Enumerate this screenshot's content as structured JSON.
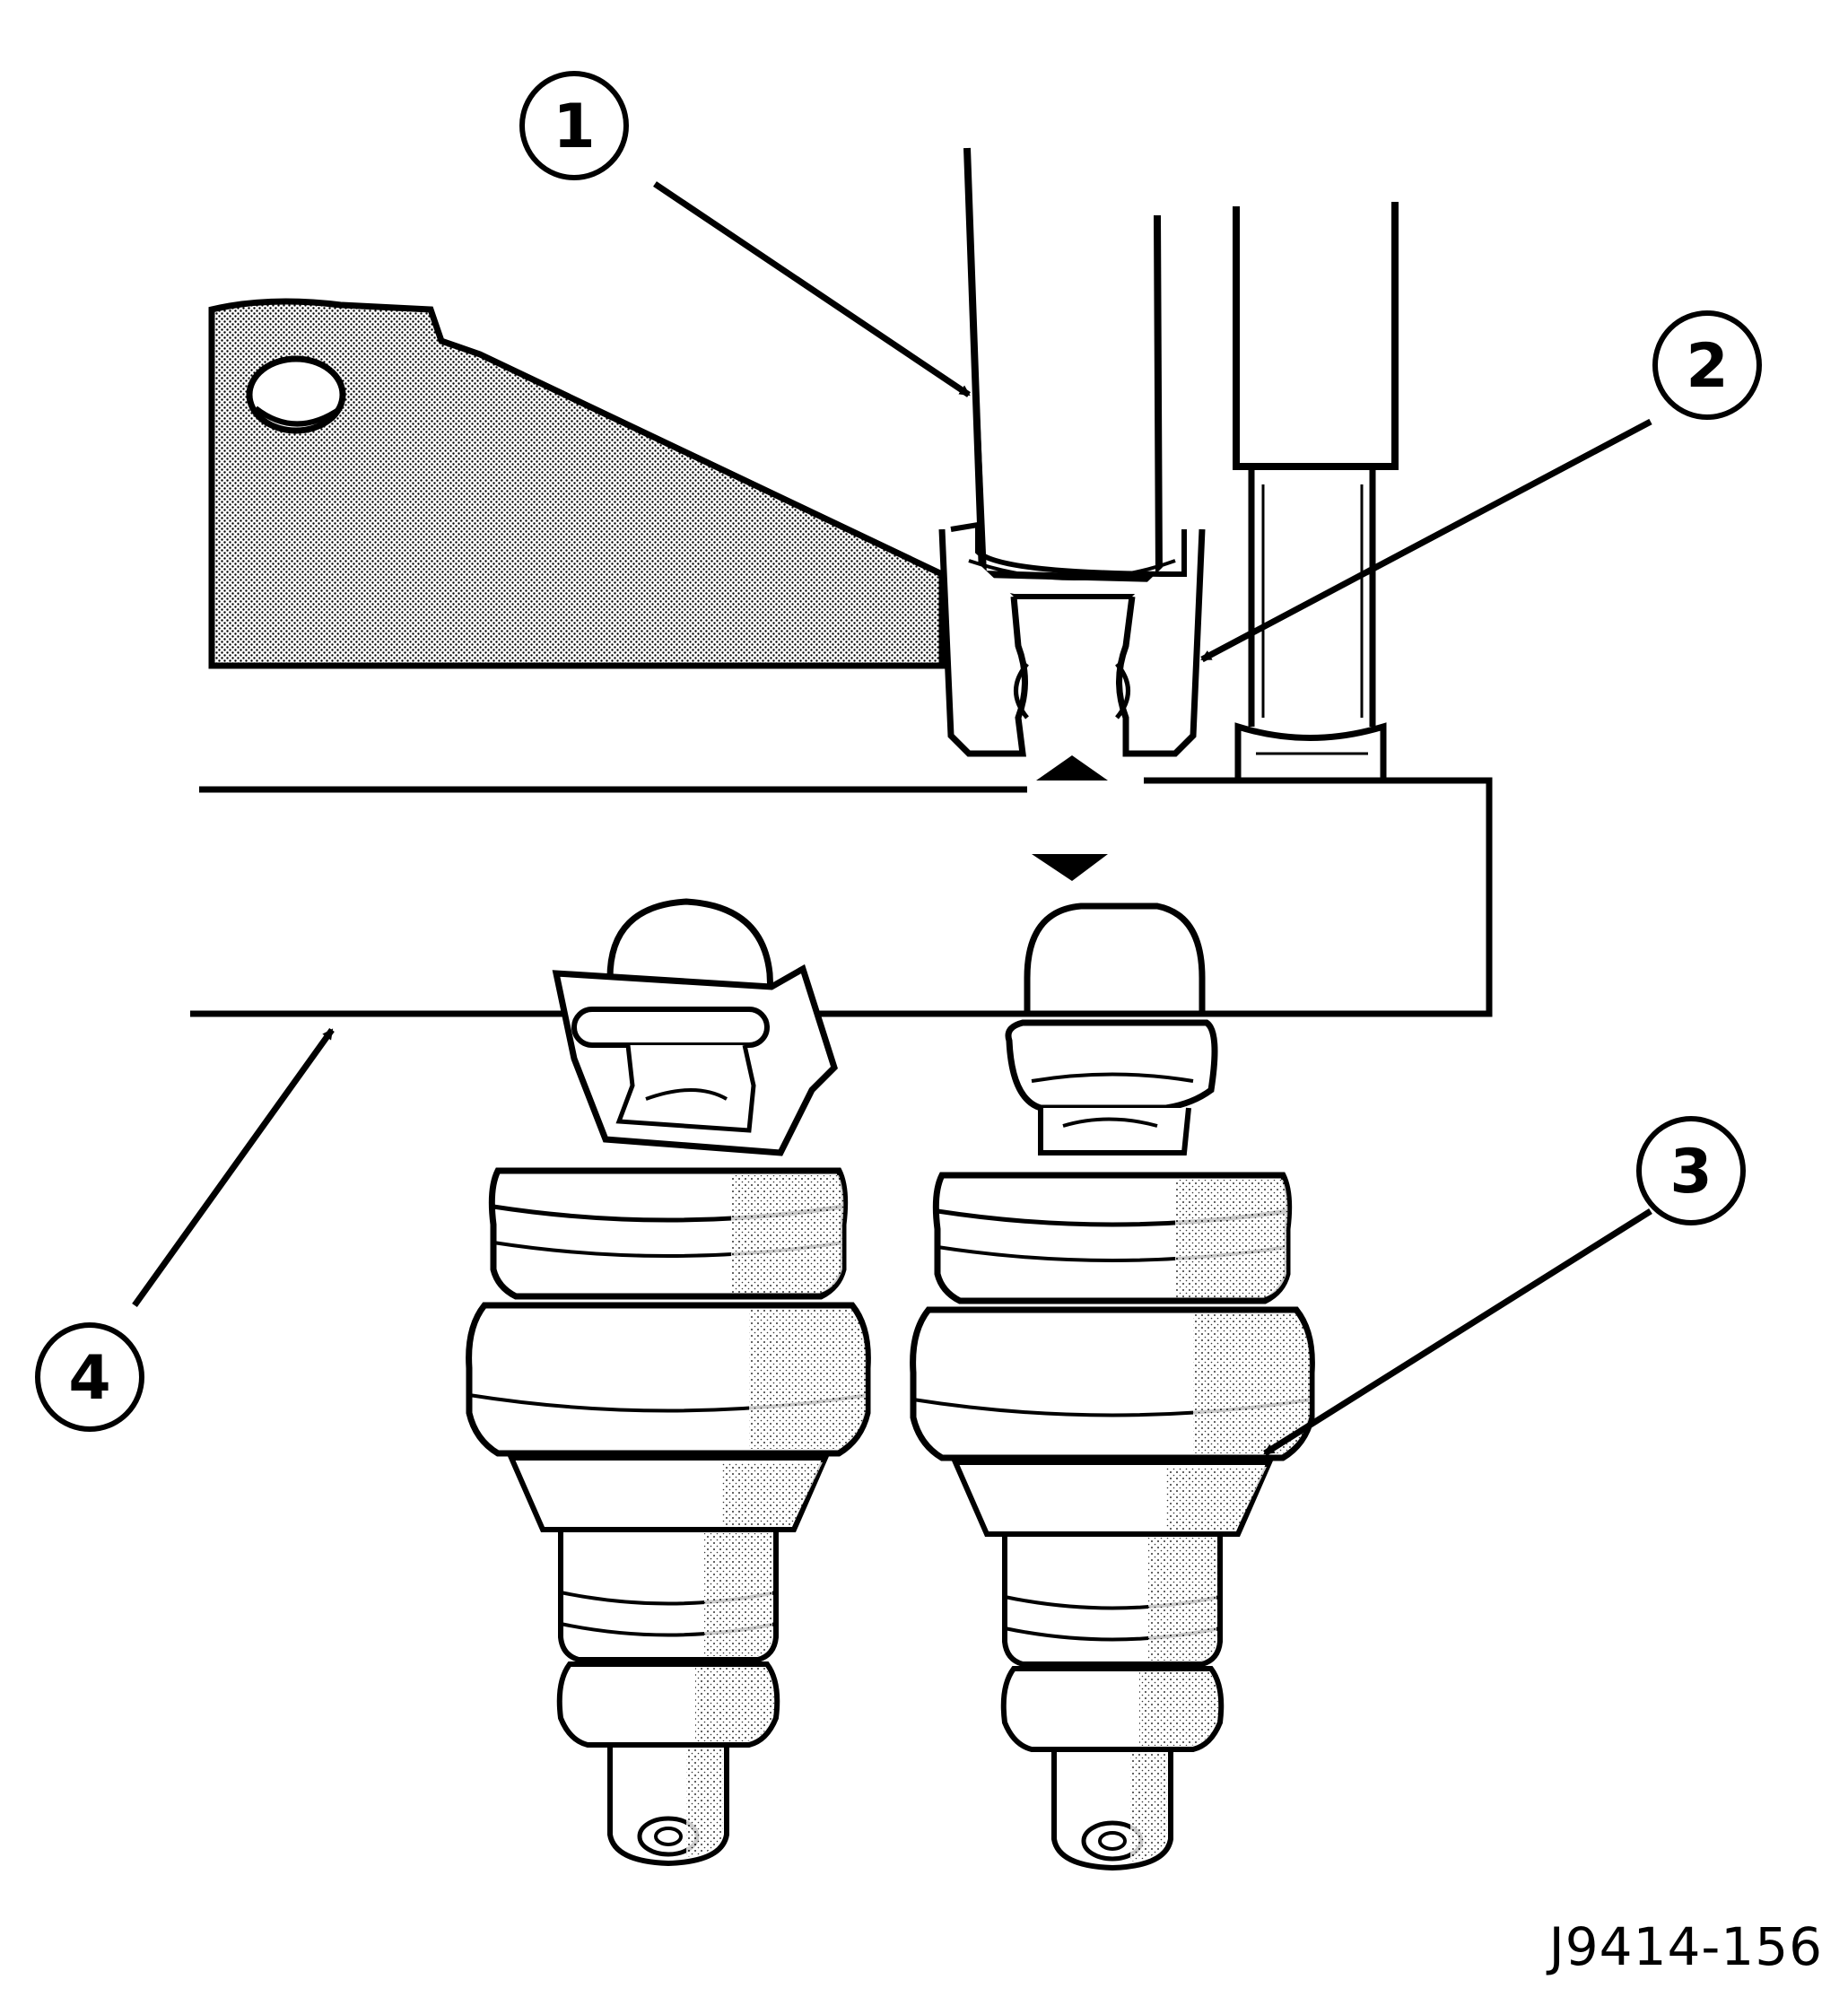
{
  "diagram": {
    "callouts": [
      {
        "id": "1",
        "label": "1"
      },
      {
        "id": "2",
        "label": "2"
      },
      {
        "id": "3",
        "label": "3"
      },
      {
        "id": "4",
        "label": "4"
      }
    ],
    "figure_id": "J9414-156",
    "colors": {
      "line": "#000000",
      "background": "#ffffff",
      "shading": "#b8b8b8"
    }
  }
}
